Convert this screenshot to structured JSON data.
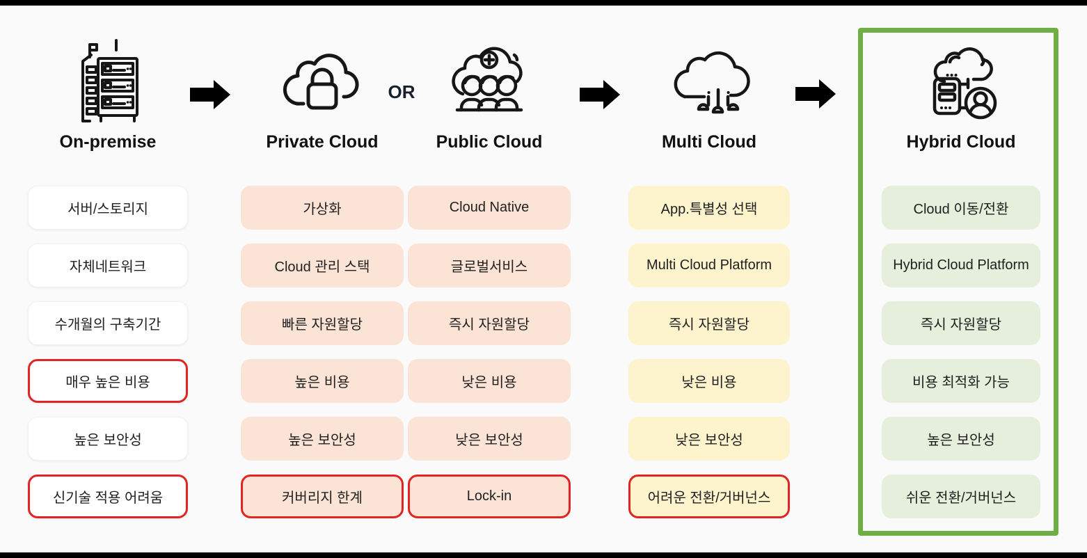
{
  "or_label": "OR",
  "colors": {
    "background": "#fafafa",
    "frame_bar": "#000000",
    "arrow": "#000000",
    "negative_border": "#e02424",
    "highlight_border": "#6fae44",
    "private_public_fill": "#fbe4d6",
    "multi_fill": "#fdf3cd",
    "hybrid_fill": "#e5efdb",
    "onpremise_fill": "#ffffff"
  },
  "columns": [
    {
      "label": "On-premise",
      "icon": "server-building-icon",
      "items": [
        {
          "label": "서버/스토리지",
          "negative": false
        },
        {
          "label": "자체네트워크",
          "negative": false
        },
        {
          "label": "수개월의 구축기간",
          "negative": false
        },
        {
          "label": "매우 높은 비용",
          "negative": true
        },
        {
          "label": "높은 보안성",
          "negative": false
        },
        {
          "label": "신기술 적용 어려움",
          "negative": true
        }
      ]
    },
    {
      "label": "Private Cloud",
      "icon": "cloud-lock-icon",
      "items": [
        {
          "label": "가상화",
          "negative": false
        },
        {
          "label": "Cloud 관리 스택",
          "negative": false
        },
        {
          "label": "빠른 자원할당",
          "negative": false
        },
        {
          "label": "높은 비용",
          "negative": false
        },
        {
          "label": "높은 보안성",
          "negative": false
        },
        {
          "label": "커버리지 한계",
          "negative": true
        }
      ]
    },
    {
      "label": "Public Cloud",
      "icon": "cloud-users-icon",
      "items": [
        {
          "label": "Cloud Native",
          "negative": false
        },
        {
          "label": "글로벌서비스",
          "negative": false
        },
        {
          "label": "즉시 자원할당",
          "negative": false
        },
        {
          "label": "낮은 비용",
          "negative": false
        },
        {
          "label": "낮은 보안성",
          "negative": false
        },
        {
          "label": "Lock-in",
          "negative": true
        }
      ]
    },
    {
      "label": "Multi Cloud",
      "icon": "cloud-network-icon",
      "items": [
        {
          "label": "App.특별성 선택",
          "negative": false
        },
        {
          "label": "Multi Cloud Platform",
          "negative": false
        },
        {
          "label": "즉시 자원할당",
          "negative": false
        },
        {
          "label": "낮은 비용",
          "negative": false
        },
        {
          "label": "낮은 보안성",
          "negative": false
        },
        {
          "label": "어려운 전환/거버넌스",
          "negative": true
        }
      ]
    },
    {
      "label": "Hybrid Cloud",
      "icon": "cloud-server-user-icon",
      "highlighted": true,
      "items": [
        {
          "label": "Cloud 이동/전환",
          "negative": false
        },
        {
          "label": "Hybrid Cloud Platform",
          "negative": false
        },
        {
          "label": "즉시 자원할당",
          "negative": false
        },
        {
          "label": "비용 최적화 가능",
          "negative": false
        },
        {
          "label": "높은 보안성",
          "negative": false
        },
        {
          "label": "쉬운 전환/거버넌스",
          "negative": false
        }
      ]
    }
  ]
}
